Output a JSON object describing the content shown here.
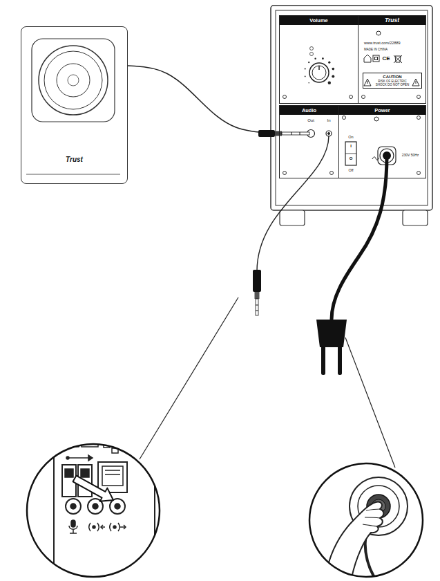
{
  "diagram": {
    "nodes": [
      {
        "text": [
          "Trust"
        ]
      },
      {
        "text": [
          "Volume"
        ]
      },
      {
        "text": [
          "Trust",
          "www.trust.com/22889",
          "MADE IN CHINA"
        ]
      },
      {
        "text": [
          "CAUTION",
          "RISK OF ELECTRIC SHOCK DO NOT OPEN"
        ],
        "in": 2
      },
      {
        "text": [
          "Audio"
        ]
      },
      {
        "text": [
          "Power"
        ]
      }
    ],
    "edges": [
      {
        "from": 0,
        "to": 4,
        "arrow": "none"
      }
    ],
    "labels": [
      "CE",
      "Out",
      "In",
      "On",
      "I",
      "O",
      "Off",
      "230V 50Hz"
    ]
  }
}
